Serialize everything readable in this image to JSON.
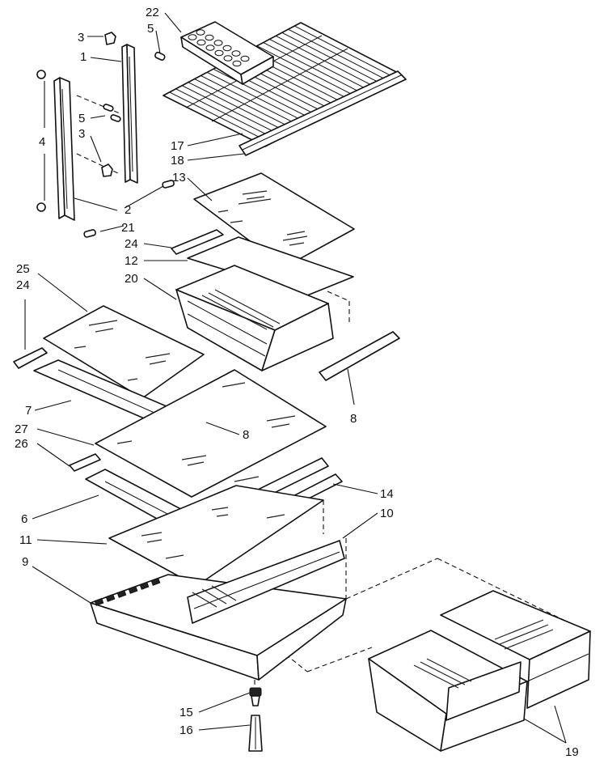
{
  "callouts": [
    {
      "id": "c22a",
      "text": "22"
    },
    {
      "id": "c5a",
      "text": "5"
    },
    {
      "id": "c3a",
      "text": "3"
    },
    {
      "id": "c1",
      "text": "1"
    },
    {
      "id": "c5b",
      "text": "5"
    },
    {
      "id": "c3b",
      "text": "3"
    },
    {
      "id": "c4",
      "text": "4"
    },
    {
      "id": "c17",
      "text": "17"
    },
    {
      "id": "c18",
      "text": "18"
    },
    {
      "id": "c13",
      "text": "13"
    },
    {
      "id": "c2",
      "text": "2"
    },
    {
      "id": "c21",
      "text": "21"
    },
    {
      "id": "c24a",
      "text": "24"
    },
    {
      "id": "c12",
      "text": "12"
    },
    {
      "id": "c20",
      "text": "20"
    },
    {
      "id": "c25",
      "text": "25"
    },
    {
      "id": "c24b",
      "text": "24"
    },
    {
      "id": "c7",
      "text": "7"
    },
    {
      "id": "c8a",
      "text": "8"
    },
    {
      "id": "c8b",
      "text": "8"
    },
    {
      "id": "c27",
      "text": "27"
    },
    {
      "id": "c26",
      "text": "26"
    },
    {
      "id": "c14",
      "text": "14"
    },
    {
      "id": "c6",
      "text": "6"
    },
    {
      "id": "c10",
      "text": "10"
    },
    {
      "id": "c11",
      "text": "11"
    },
    {
      "id": "c9",
      "text": "9"
    },
    {
      "id": "c15",
      "text": "15"
    },
    {
      "id": "c16",
      "text": "16"
    },
    {
      "id": "c19",
      "text": "19"
    }
  ]
}
